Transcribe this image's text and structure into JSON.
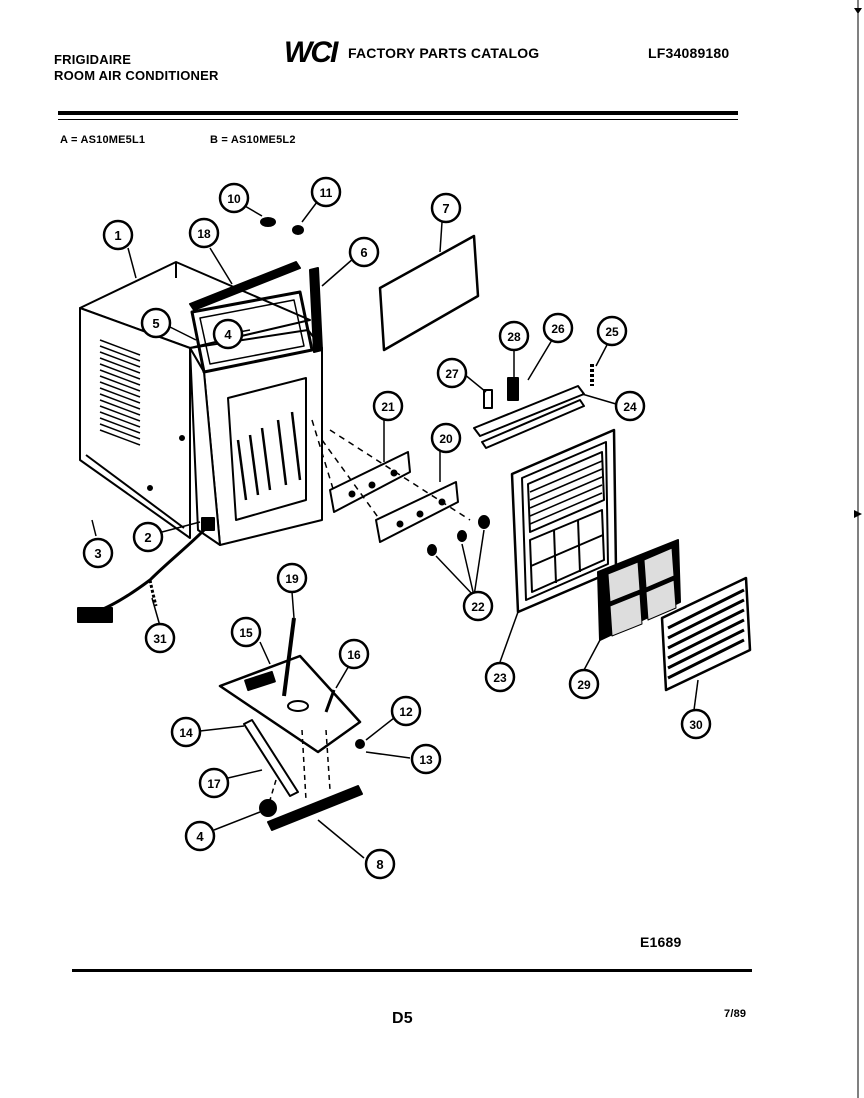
{
  "header": {
    "brand_name": "FRIGIDAIRE",
    "product_line": "ROOM AIR CONDITIONER",
    "catalog_logo": "WCI",
    "catalog_title": "FACTORY PARTS CATALOG",
    "catalog_number": "LF34089180"
  },
  "models": {
    "model_a": "A = AS10ME5L1",
    "model_b": "B = AS10ME5L2"
  },
  "callouts": [
    "1",
    "2",
    "3",
    "4",
    "5",
    "6",
    "7",
    "8",
    "10",
    "11",
    "12",
    "13",
    "14",
    "15",
    "16",
    "17",
    "18",
    "19",
    "20",
    "21",
    "22",
    "23",
    "24",
    "25",
    "26",
    "27",
    "28",
    "29",
    "30",
    "31"
  ],
  "footer": {
    "diagram_code": "E1689",
    "page_code": "D5",
    "date": "7/89"
  }
}
